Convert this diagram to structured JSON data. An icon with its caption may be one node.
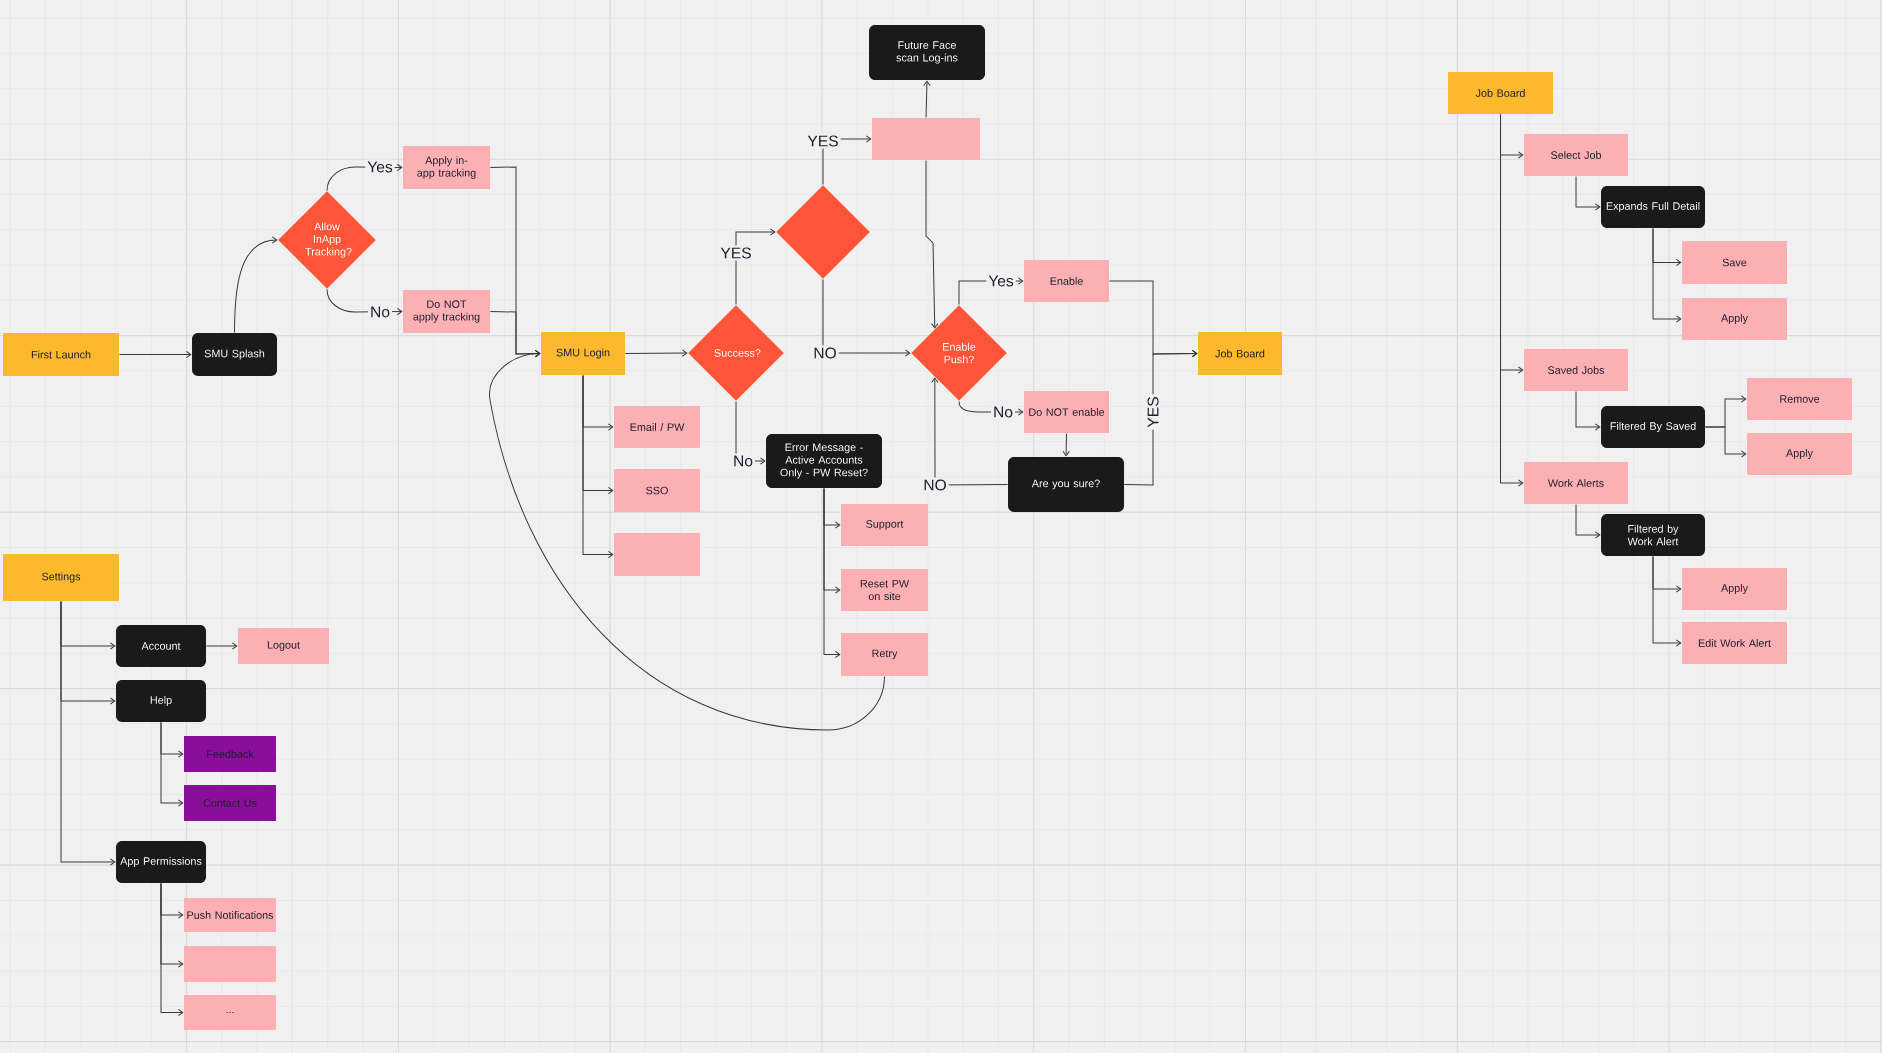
{
  "diagram": {
    "nodes": [
      {
        "text": [
          "First Launch"
        ]
      },
      {
        "text": [
          "SMU Splash"
        ]
      },
      {
        "text": [
          "Allow InApp Tracking?"
        ]
      },
      {
        "text": [
          "Apply in-app tracking"
        ]
      },
      {
        "text": [
          "Do NOT apply tracking"
        ]
      },
      {
        "text": [
          "SMU Login"
        ]
      },
      {
        "text": [
          "Success?"
        ]
      },
      {
        "text": [],
        "shape": "diamond"
      },
      {
        "text": [],
        "shape": "box"
      },
      {
        "text": [
          "Future Face scan Log-ins"
        ]
      },
      {
        "text": [
          "Enable Push?"
        ]
      },
      {
        "text": [
          "Enable"
        ]
      },
      {
        "text": [
          "Do NOT enable"
        ]
      },
      {
        "text": [
          "Are you sure?"
        ]
      },
      {
        "text": [
          "Job Board"
        ]
      },
      {
        "text": [
          "Email / PW"
        ]
      },
      {
        "text": [
          "SSO"
        ]
      },
      {
        "text": [],
        "shape": "box"
      },
      {
        "text": [
          "Error Message - Active Accounts Only - PW Reset?"
        ]
      },
      {
        "text": [
          "Support"
        ]
      },
      {
        "text": [
          "Reset PW on site"
        ]
      },
      {
        "text": [
          "Retry"
        ]
      },
      {
        "text": [
          "Settings"
        ]
      },
      {
        "text": [
          "Account"
        ]
      },
      {
        "text": [
          "Logout"
        ]
      },
      {
        "text": [
          "Help"
        ]
      },
      {
        "text": [
          "Feedback"
        ]
      },
      {
        "text": [
          "Contact Us"
        ]
      },
      {
        "text": [
          "App Permissions"
        ]
      },
      {
        "text": [
          "Push Notifications"
        ]
      },
      {
        "text": [],
        "shape": "box"
      },
      {
        "text": [
          "..."
        ]
      },
      {
        "text": [
          "Job Board"
        ]
      },
      {
        "text": [
          "Select Job"
        ]
      },
      {
        "text": [
          "Expands Full Detail"
        ]
      },
      {
        "text": [
          "Save"
        ]
      },
      {
        "text": [
          "Apply"
        ]
      },
      {
        "text": [
          "Saved Jobs"
        ]
      },
      {
        "text": [
          "Filtered By Saved"
        ]
      },
      {
        "text": [
          "Remove"
        ]
      },
      {
        "text": [
          "Apply"
        ]
      },
      {
        "text": [
          "Work Alerts"
        ]
      },
      {
        "text": [
          "Filtered by Work Alert"
        ]
      },
      {
        "text": [
          "Apply"
        ]
      },
      {
        "text": [
          "Edit Work Alert"
        ]
      }
    ],
    "edges": [
      {
        "from": 0,
        "to": 1,
        "arrow": "to"
      },
      {
        "from": 1,
        "to": 2,
        "arrow": "to"
      },
      {
        "from": 2,
        "to": 3,
        "arrow": "to",
        "label": "Yes"
      },
      {
        "from": 2,
        "to": 4,
        "arrow": "to",
        "label": "No"
      },
      {
        "from": 3,
        "to": 5,
        "arrow": "to"
      },
      {
        "from": 4,
        "to": 5,
        "arrow": "to"
      },
      {
        "from": 5,
        "to": 6,
        "arrow": "to"
      },
      {
        "from": 6,
        "to": 7,
        "arrow": "to",
        "label": "YES"
      },
      {
        "from": 7,
        "to": 8,
        "arrow": "to",
        "label": "YES"
      },
      {
        "from": 8,
        "to": 9,
        "arrow": "to"
      },
      {
        "from": 7,
        "to": 10,
        "arrow": "to",
        "label": "NO"
      },
      {
        "from": 8,
        "to": 10,
        "arrow": "to"
      },
      {
        "from": 10,
        "to": 11,
        "arrow": "to",
        "label": "Yes"
      },
      {
        "from": 10,
        "to": 12,
        "arrow": "to",
        "label": "No"
      },
      {
        "from": 12,
        "to": 13,
        "arrow": "to"
      },
      {
        "from": 13,
        "to": 10,
        "arrow": "to",
        "label": "NO"
      },
      {
        "from": 11,
        "to": 14,
        "arrow": "to"
      },
      {
        "from": 13,
        "to": 14,
        "arrow": "to",
        "label": "YES"
      },
      {
        "from": 5,
        "to": 15,
        "arrow": "to"
      },
      {
        "from": 5,
        "to": 16,
        "arrow": "to"
      },
      {
        "from": 5,
        "to": 17,
        "arrow": "to"
      },
      {
        "from": 6,
        "to": 18,
        "arrow": "to",
        "label": "No"
      },
      {
        "from": 18,
        "to": 19,
        "arrow": "to"
      },
      {
        "from": 18,
        "to": 20,
        "arrow": "to"
      },
      {
        "from": 18,
        "to": 21,
        "arrow": "to"
      },
      {
        "from": 21,
        "to": 5,
        "arrow": "to"
      },
      {
        "from": 22,
        "to": 23,
        "arrow": "to"
      },
      {
        "from": 22,
        "to": 25,
        "arrow": "to"
      },
      {
        "from": 22,
        "to": 28,
        "arrow": "to"
      },
      {
        "from": 23,
        "to": 24,
        "arrow": "to"
      },
      {
        "from": 25,
        "to": 26,
        "arrow": "to"
      },
      {
        "from": 25,
        "to": 27,
        "arrow": "to"
      },
      {
        "from": 28,
        "to": 29,
        "arrow": "to"
      },
      {
        "from": 28,
        "to": 30,
        "arrow": "to"
      },
      {
        "from": 28,
        "to": 31,
        "arrow": "to"
      },
      {
        "from": 32,
        "to": 33,
        "arrow": "to"
      },
      {
        "from": 32,
        "to": 37,
        "arrow": "to"
      },
      {
        "from": 32,
        "to": 41,
        "arrow": "to"
      },
      {
        "from": 33,
        "to": 34,
        "arrow": "to"
      },
      {
        "from": 34,
        "to": 35,
        "arrow": "to"
      },
      {
        "from": 34,
        "to": 36,
        "arrow": "to"
      },
      {
        "from": 37,
        "to": 38,
        "arrow": "to"
      },
      {
        "from": 38,
        "to": 39,
        "arrow": "to"
      },
      {
        "from": 38,
        "to": 40,
        "arrow": "to"
      },
      {
        "from": 41,
        "to": 42,
        "arrow": "to"
      },
      {
        "from": 42,
        "to": 43,
        "arrow": "to"
      },
      {
        "from": 42,
        "to": 44,
        "arrow": "to"
      }
    ]
  }
}
